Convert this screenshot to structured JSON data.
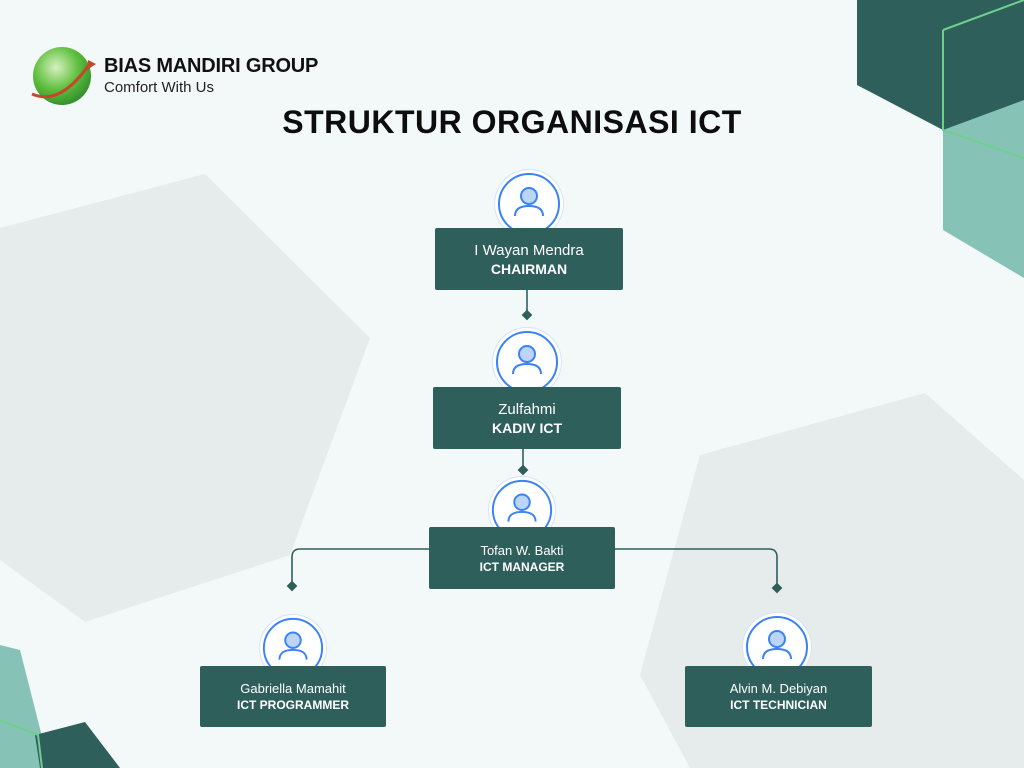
{
  "brand": {
    "name": "BIAS MANDIRI GROUP",
    "tagline": "Comfort With Us"
  },
  "title": "STRUKTUR ORGANISASI ICT",
  "colors": {
    "card": "#2e5f5b",
    "connector": "#2e5f5b",
    "avatar_ring": "#3b82f6",
    "accent_dark": "#2e5f5b",
    "accent_light": "#86c3b6",
    "hex_bg": "#e6ecec"
  },
  "org": {
    "chairman": {
      "name": "I Wayan Mendra",
      "role": "CHAIRMAN",
      "icon": "user-icon"
    },
    "kadiv": {
      "name": "Zulfahmi",
      "role": "KADIV ICT",
      "icon": "user-icon"
    },
    "manager": {
      "name": "Tofan W. Bakti",
      "role": "ICT MANAGER",
      "icon": "user-icon"
    },
    "programmer": {
      "name": "Gabriella Mamahit",
      "role": "ICT PROGRAMMER",
      "icon": "user-icon"
    },
    "technician": {
      "name": "Alvin M. Debiyan",
      "role": "ICT TECHNICIAN",
      "icon": "user-icon"
    }
  }
}
